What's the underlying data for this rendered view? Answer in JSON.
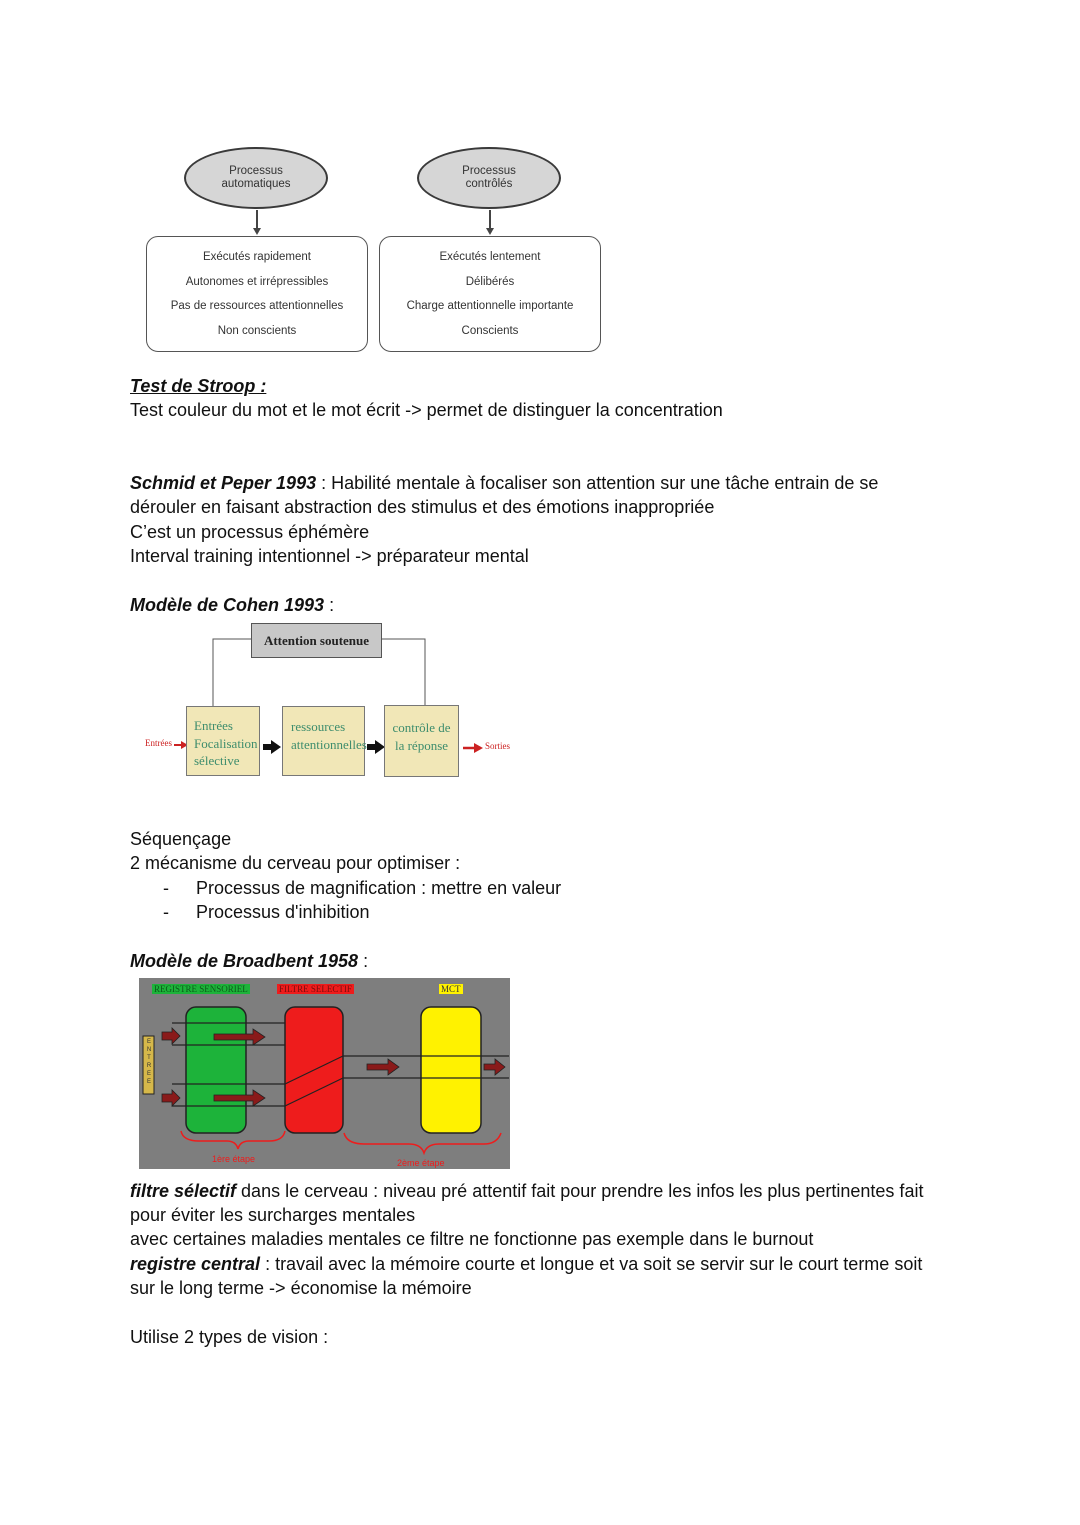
{
  "diagram1": {
    "left_ellipse": [
      "Processus",
      "automatiques"
    ],
    "right_ellipse": [
      "Processus",
      "contrôlés"
    ],
    "left_box": [
      "Exécutés rapidement",
      "Autonomes et irrépressibles",
      "Pas de ressources attentionnelles",
      "Non conscients"
    ],
    "right_box": [
      "Exécutés lentement",
      "Délibérés",
      "Charge attentionnelle importante",
      "Conscients"
    ]
  },
  "stroop": {
    "heading": "Test de Stroop :",
    "text": "Test couleur du mot et le mot écrit -> permet de distinguer la concentration"
  },
  "schmid": {
    "author": "Schmid et Peper 1993",
    "line1_rest": " : Habilité mentale à focaliser son attention  sur une tâche entrain de se",
    "line2": "dérouler en faisant abstraction des stimulus et des émotions inappropriée",
    "line3": "C’est un processus éphémère",
    "line4": "Interval training intentionnel -> préparateur mental"
  },
  "cohen": {
    "heading": "Modèle de Cohen 1993",
    "colon": " :",
    "top_box": "Attention soutenue",
    "input_label": "Entrées",
    "box1": [
      "Entrées",
      "Focalisation",
      "sélective"
    ],
    "box2": [
      "ressources",
      "attentionnelles"
    ],
    "box3": [
      "contrôle de",
      "la réponse"
    ],
    "output_label": "Sorties"
  },
  "sequencage": {
    "title": "Séquençage",
    "intro": "2 mécanisme du cerveau pour optimiser :",
    "bullets": [
      "Processus de magnification : mettre en valeur",
      "Processus d'inhibition"
    ]
  },
  "broadbent": {
    "heading": "Modèle de Broadbent 1958",
    "colon": " :",
    "label_registre": "REGISTRE SENSORIEL",
    "label_filtre": "FILTRE SELECTIF",
    "label_mct": "MCT",
    "entree": "ENTREE",
    "stage1": "1ère étape",
    "stage2": "2ème étape",
    "colors": {
      "background": "#7e7e7e",
      "registre": "#1db33a",
      "filtre": "#ee1c1c",
      "mct": "#fff200",
      "arrow": "#8a1a1a"
    }
  },
  "filtre": {
    "term": "filtre sélectif",
    "line1_rest": " dans le cerveau : niveau pré attentif fait pour prendre les infos les plus pertinentes fait",
    "line2": "pour éviter les surcharges mentales",
    "line3": "avec certaines maladies mentales ce filtre ne fonctionne pas exemple dans le burnout"
  },
  "registre": {
    "term": "registre central",
    "line1_rest": " : travail avec la mémoire courte et longue et va soit se servir sur le court terme soit",
    "line2": "sur le long terme  -> économise la mémoire"
  },
  "vision": {
    "text": "Utilise 2 types de vision :"
  }
}
